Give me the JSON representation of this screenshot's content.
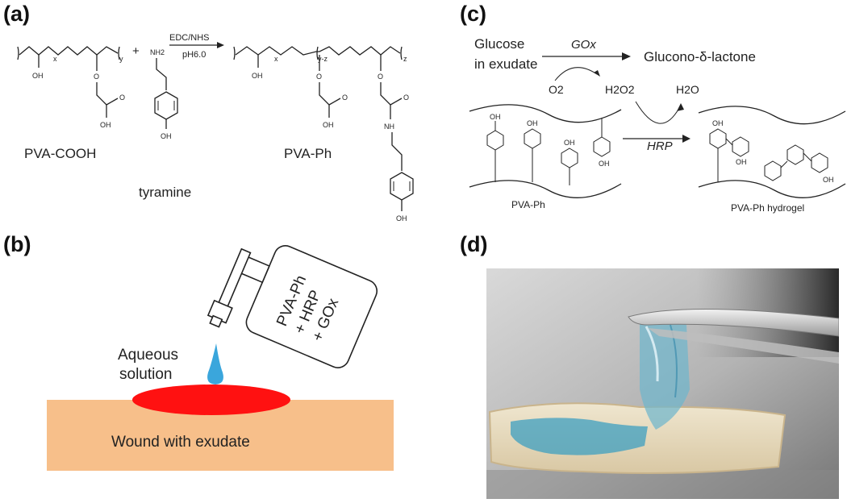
{
  "figure": {
    "panels": {
      "a": {
        "label": "(a)",
        "reagents": "EDC/NHS",
        "conditions": "pH6.0",
        "plus": "+",
        "amine": "NH2",
        "atoms": {
          "oh": "OH",
          "o": "O",
          "nh": "NH"
        },
        "subscripts": {
          "x": "x",
          "y": "y",
          "y2": "y-z",
          "z": "z"
        },
        "compound_left": "PVA-COOH",
        "compound_middle": "tyramine",
        "compound_right": "PVA-Ph"
      },
      "b": {
        "label": "(b)",
        "bottle_lines": [
          "PVA-Ph",
          "+ HRP",
          "+ GOx"
        ],
        "spray_label_line1": "Aqueous",
        "spray_label_line2": "solution",
        "wound_label": "Wound with exudate"
      },
      "c": {
        "label": "(c)",
        "substrate_line1": "Glucose",
        "substrate_line2": "in exudate",
        "enzyme1": "GOx",
        "product": "Glucono-δ-lactone",
        "o2": "O2",
        "h2o2": "H2O2",
        "h2o": "H2O",
        "enzyme2": "HRP",
        "phenol": "OH",
        "left_label": "PVA-Ph",
        "right_label": "PVA-Ph hydrogel"
      },
      "d": {
        "label": "(d)"
      }
    },
    "colors": {
      "droplet": "#3aa6dc",
      "wound": "#ff1111",
      "skin": "#f7bf8a",
      "hydrogel": "#3e9fc0"
    }
  }
}
